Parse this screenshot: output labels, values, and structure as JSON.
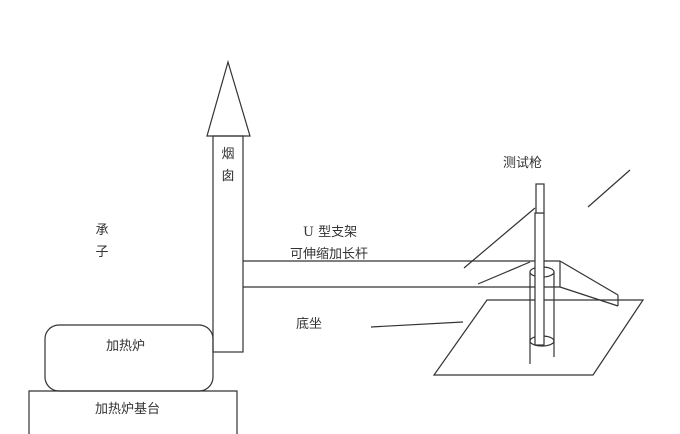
{
  "diagram": {
    "labels": {
      "chimney": "烟囱",
      "chimney_chars": [
        "烟",
        "囱"
      ],
      "bearer": "承子",
      "bearer_chars": [
        "承",
        "子"
      ],
      "u_bracket": "U 型支架",
      "extension_rod": "可伸缩加长杆",
      "base": "底坐",
      "test_gun": "测试枪",
      "furnace": "加热炉",
      "furnace_platform": "加热炉基台"
    },
    "colors": {
      "stroke": "#333333",
      "text": "#333333",
      "background": "#ffffff"
    }
  }
}
